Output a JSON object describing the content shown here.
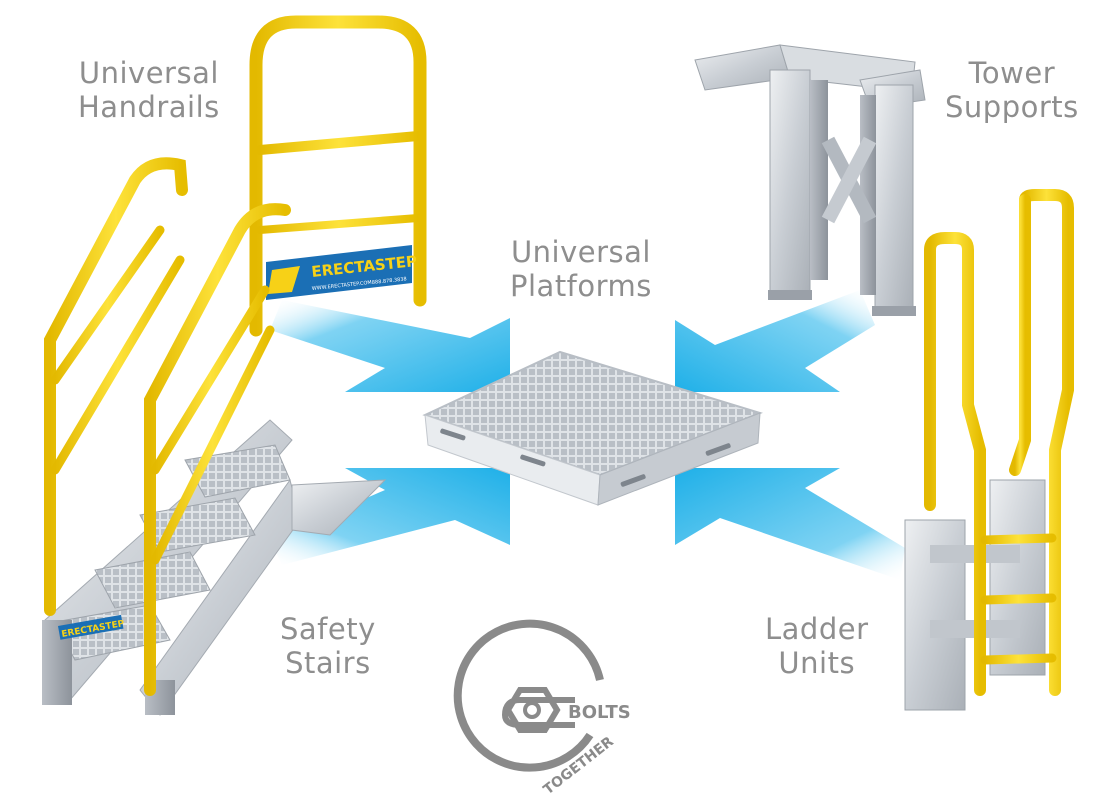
{
  "labels": {
    "handrails": [
      "Universal",
      "Handrails"
    ],
    "platforms": [
      "Universal",
      "Platforms"
    ],
    "towers": [
      "Tower",
      "Supports"
    ],
    "stairs": [
      "Safety",
      "Stairs"
    ],
    "ladders": [
      "Ladder",
      "Units"
    ]
  },
  "sign": {
    "brand": "ERECTASTEP",
    "website": "WWW.ERECTASTEP.COM",
    "phone": "888.878.3838"
  },
  "stair_brand": "ERECTASTEP",
  "logo": {
    "word1": "BOLTS",
    "word2": "TOGETHER"
  },
  "colors": {
    "yellow": "#f7d117",
    "galvanized": "#cfd3d8",
    "arrow": "#2ab8ea",
    "label_gray": "#8e8e8e",
    "sign_blue": "#1b6fb5"
  }
}
